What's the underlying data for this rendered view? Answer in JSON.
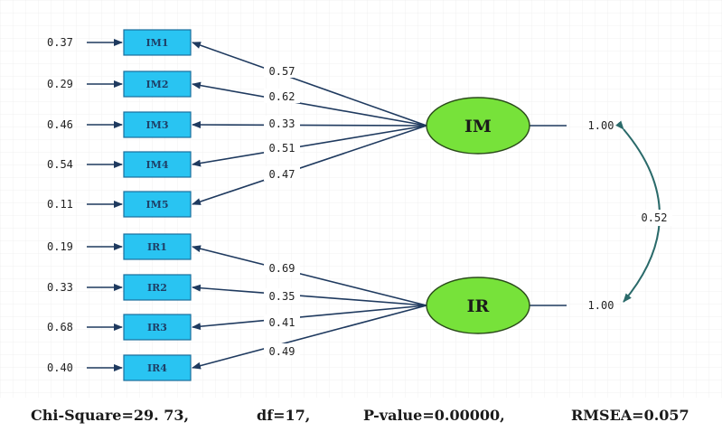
{
  "colors": {
    "indicator_fill": "#29c4f2",
    "indicator_stroke": "#1b6e9c",
    "latent_fill": "#77e23a",
    "latent_stroke": "#2a4a1a",
    "arrow": "#1f3a5f",
    "correlation_arrow": "#2a6a6a",
    "background_grid": "#f0f0f0"
  },
  "latents": [
    {
      "id": "IM",
      "label": "IM",
      "variance": "1.00"
    },
    {
      "id": "IR",
      "label": "IR",
      "variance": "1.00"
    }
  ],
  "indicators": [
    {
      "label": "IM1",
      "error": "0.37",
      "loading": "0.57",
      "factor": "IM"
    },
    {
      "label": "IM2",
      "error": "0.29",
      "loading": "0.62",
      "factor": "IM"
    },
    {
      "label": "IM3",
      "error": "0.46",
      "loading": "0.33",
      "factor": "IM"
    },
    {
      "label": "IM4",
      "error": "0.54",
      "loading": "0.51",
      "factor": "IM"
    },
    {
      "label": "IM5",
      "error": "0.11",
      "loading": "0.47",
      "factor": "IM"
    },
    {
      "label": "IR1",
      "error": "0.19",
      "loading": "0.69",
      "factor": "IR"
    },
    {
      "label": "IR2",
      "error": "0.33",
      "loading": "0.35",
      "factor": "IR"
    },
    {
      "label": "IR3",
      "error": "0.68",
      "loading": "0.41",
      "factor": "IR"
    },
    {
      "label": "IR4",
      "error": "0.40",
      "loading": "0.49",
      "factor": "IR"
    }
  ],
  "correlation": {
    "value": "0.52",
    "between": [
      "IM",
      "IR"
    ]
  },
  "fit": {
    "chi_square": "Chi-Square=29. 73,",
    "df": "df=17,",
    "p_value": "P-value=0.00000,",
    "rmsea": "RMSEA=0.057"
  }
}
